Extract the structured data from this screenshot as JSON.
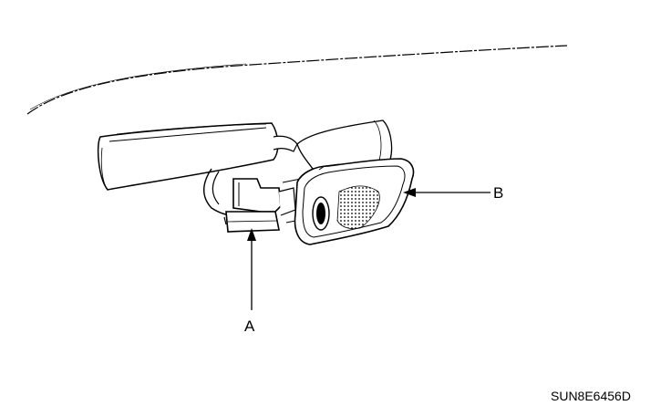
{
  "callouts": {
    "a": "A",
    "b": "B"
  },
  "figure_code": "SUN8E6456D",
  "illustration": {
    "parts": [
      "windshield-edge",
      "rearview-mirror",
      "mirror-mount",
      "connector",
      "map-light"
    ]
  }
}
